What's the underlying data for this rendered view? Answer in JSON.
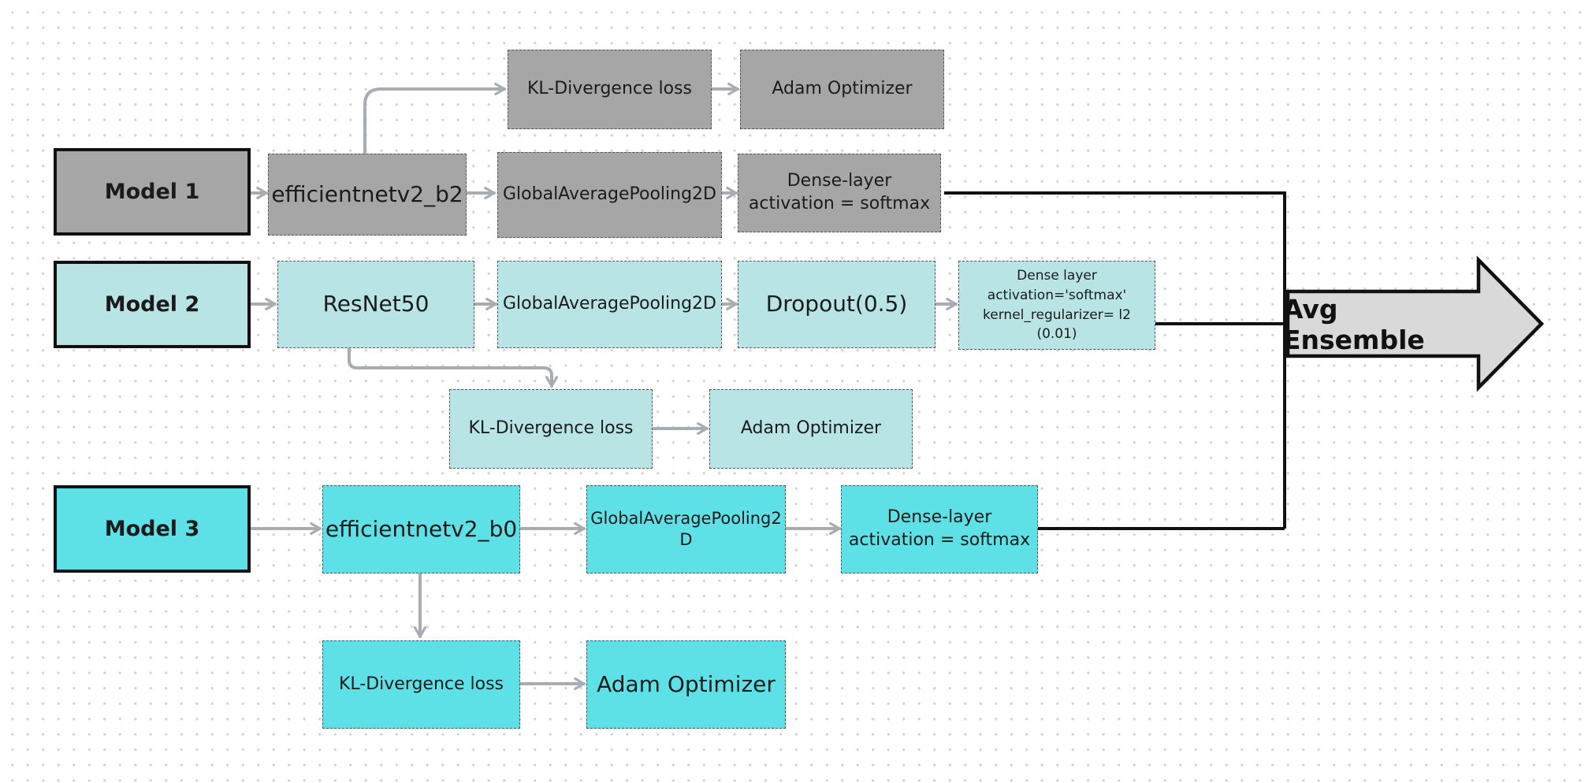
{
  "diagram": {
    "model1": {
      "label": "Model 1",
      "backbone": "efficientnetv2_b2",
      "pooling": "GlobalAveragePooling2D",
      "dense": "Dense-layer\nactivation = softmax",
      "loss": "KL-Divergence loss",
      "optimizer": "Adam Optimizer",
      "color": "#a6a6a6"
    },
    "model2": {
      "label": "Model 2",
      "backbone": "ResNet50",
      "pooling": "GlobalAveragePooling2D",
      "dropout": "Dropout(0.5)",
      "dense": "Dense layer\nactivation='softmax'\nkernel_regularizer= l2\n(0.01)",
      "loss": "KL-Divergence loss",
      "optimizer": "Adam Optimizer",
      "color": "#b8e4e6"
    },
    "model3": {
      "label": "Model 3",
      "backbone": "efficientnetv2_b0",
      "pooling": "GlobalAveragePooling2\nD",
      "dense": "Dense-layer\nactivation = softmax",
      "loss": "KL-Divergence loss",
      "optimizer": "Adam Optimizer",
      "color": "#5ee1e6"
    },
    "ensemble": {
      "label": "Avg Ensemble",
      "color": "#d9d9d9"
    }
  }
}
